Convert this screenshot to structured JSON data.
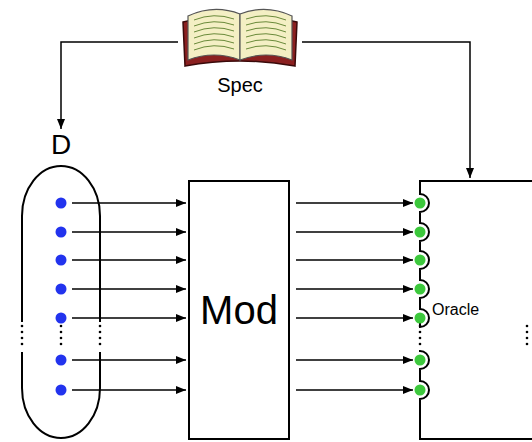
{
  "diagram": {
    "nodes": [
      {
        "text": [
          "Spec"
        ]
      },
      {
        "text": [
          "D"
        ]
      },
      {
        "text": [
          "Mod"
        ]
      },
      {
        "text": [
          "Oracle"
        ]
      }
    ],
    "edges": [
      {
        "from": 0,
        "to": 1,
        "arrow": "to"
      },
      {
        "from": 0,
        "to": 3,
        "arrow": "to"
      },
      {
        "from": 1,
        "to": 2,
        "arrow": "to"
      },
      {
        "from": 2,
        "to": 3,
        "arrow": "to"
      }
    ]
  }
}
